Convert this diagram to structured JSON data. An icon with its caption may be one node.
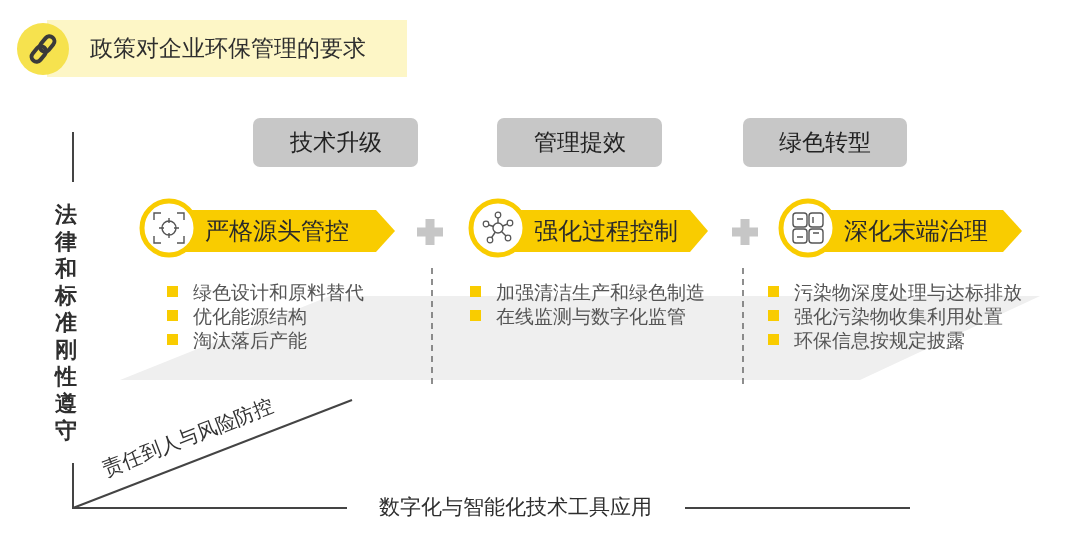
{
  "diagram": {
    "title": "政策对企业环保管理的要求",
    "nodes": [
      {
        "text": [
          "技术升级"
        ]
      },
      {
        "text": [
          "管理提效"
        ]
      },
      {
        "text": [
          "绿色转型"
        ]
      },
      {
        "text": [
          "严格源头管控"
        ],
        "beside": [
          "绿色设计和原料替代",
          "优化能源结构",
          "淘汰落后产能"
        ]
      },
      {
        "text": [
          "强化过程控制"
        ],
        "beside": [
          "加强清洁生产和绿色制造",
          "在线监测与数字化监管"
        ]
      },
      {
        "text": [
          "深化末端治理"
        ],
        "beside": [
          "污染物深度处理与达标排放",
          "强化污染物收集利用处置",
          "环保信息按规定披露"
        ]
      }
    ],
    "labels": [
      "法律和标准刚性遵守",
      "责任到人与风险防控",
      "数字化与智能化技术工具应用"
    ]
  }
}
